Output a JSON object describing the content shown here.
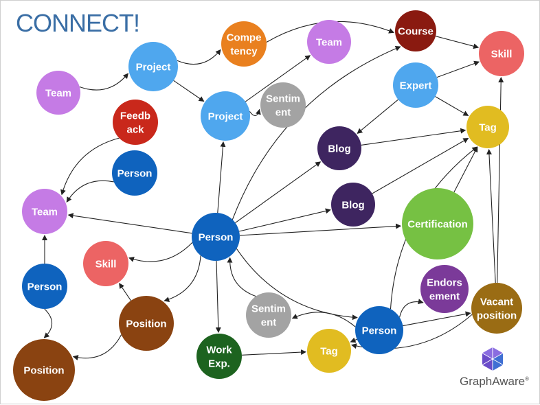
{
  "title": "CONNECT!",
  "brand": {
    "name": "GraphAware",
    "mark": "®"
  },
  "colors": {
    "purple": "#c57be5",
    "blue": "#4fa7ee",
    "orange": "#e9801f",
    "red": "#ec6464",
    "maroon": "#8a1a10",
    "darkred": "#c9281b",
    "gray": "#a3a3a3",
    "navy": "#0f63be",
    "darkpurple": "#3e2560",
    "yellow": "#e1bc21",
    "green": "#76c143",
    "brown": "#8a4311",
    "darkgreen": "#1d631f",
    "midpurple": "#7b3a99",
    "gold": "#9a6c14",
    "edge": "#222222"
  },
  "nodes": [
    {
      "id": "team1",
      "label": [
        "Team"
      ],
      "color": "purple"
    },
    {
      "id": "project1",
      "label": [
        "Project"
      ],
      "color": "blue"
    },
    {
      "id": "competency",
      "label": [
        "Compe",
        "tency"
      ],
      "color": "orange"
    },
    {
      "id": "team2",
      "label": [
        "Team"
      ],
      "color": "purple"
    },
    {
      "id": "course",
      "label": [
        "Course"
      ],
      "color": "maroon"
    },
    {
      "id": "skill1",
      "label": [
        "Skill"
      ],
      "color": "red"
    },
    {
      "id": "feedback",
      "label": [
        "Feedb",
        "ack"
      ],
      "color": "darkred"
    },
    {
      "id": "project2",
      "label": [
        "Project"
      ],
      "color": "blue"
    },
    {
      "id": "sentiment1",
      "label": [
        "Sentim",
        "ent"
      ],
      "color": "gray"
    },
    {
      "id": "expert",
      "label": [
        "Expert"
      ],
      "color": "blue"
    },
    {
      "id": "tag1",
      "label": [
        "Tag"
      ],
      "color": "yellow"
    },
    {
      "id": "blog1",
      "label": [
        "Blog"
      ],
      "color": "darkpurple"
    },
    {
      "id": "person1",
      "label": [
        "Person"
      ],
      "color": "navy"
    },
    {
      "id": "team3",
      "label": [
        "Team"
      ],
      "color": "purple"
    },
    {
      "id": "blog2",
      "label": [
        "Blog"
      ],
      "color": "darkpurple"
    },
    {
      "id": "certification",
      "label": [
        "Certification"
      ],
      "color": "green"
    },
    {
      "id": "person_center",
      "label": [
        "Person"
      ],
      "color": "navy"
    },
    {
      "id": "skill2",
      "label": [
        "Skill"
      ],
      "color": "red"
    },
    {
      "id": "person2",
      "label": [
        "Person"
      ],
      "color": "navy"
    },
    {
      "id": "endorsement",
      "label": [
        "Endors",
        "ement"
      ],
      "color": "midpurple"
    },
    {
      "id": "vacant",
      "label": [
        "Vacant",
        "position"
      ],
      "color": "gold"
    },
    {
      "id": "position1",
      "label": [
        "Position"
      ],
      "color": "brown"
    },
    {
      "id": "sentiment2",
      "label": [
        "Sentim",
        "ent"
      ],
      "color": "gray"
    },
    {
      "id": "person3",
      "label": [
        "Person"
      ],
      "color": "navy"
    },
    {
      "id": "workexp",
      "label": [
        "Work",
        "Exp."
      ],
      "color": "darkgreen"
    },
    {
      "id": "tag2",
      "label": [
        "Tag"
      ],
      "color": "yellow"
    },
    {
      "id": "position2",
      "label": [
        "Position"
      ],
      "color": "brown"
    }
  ]
}
